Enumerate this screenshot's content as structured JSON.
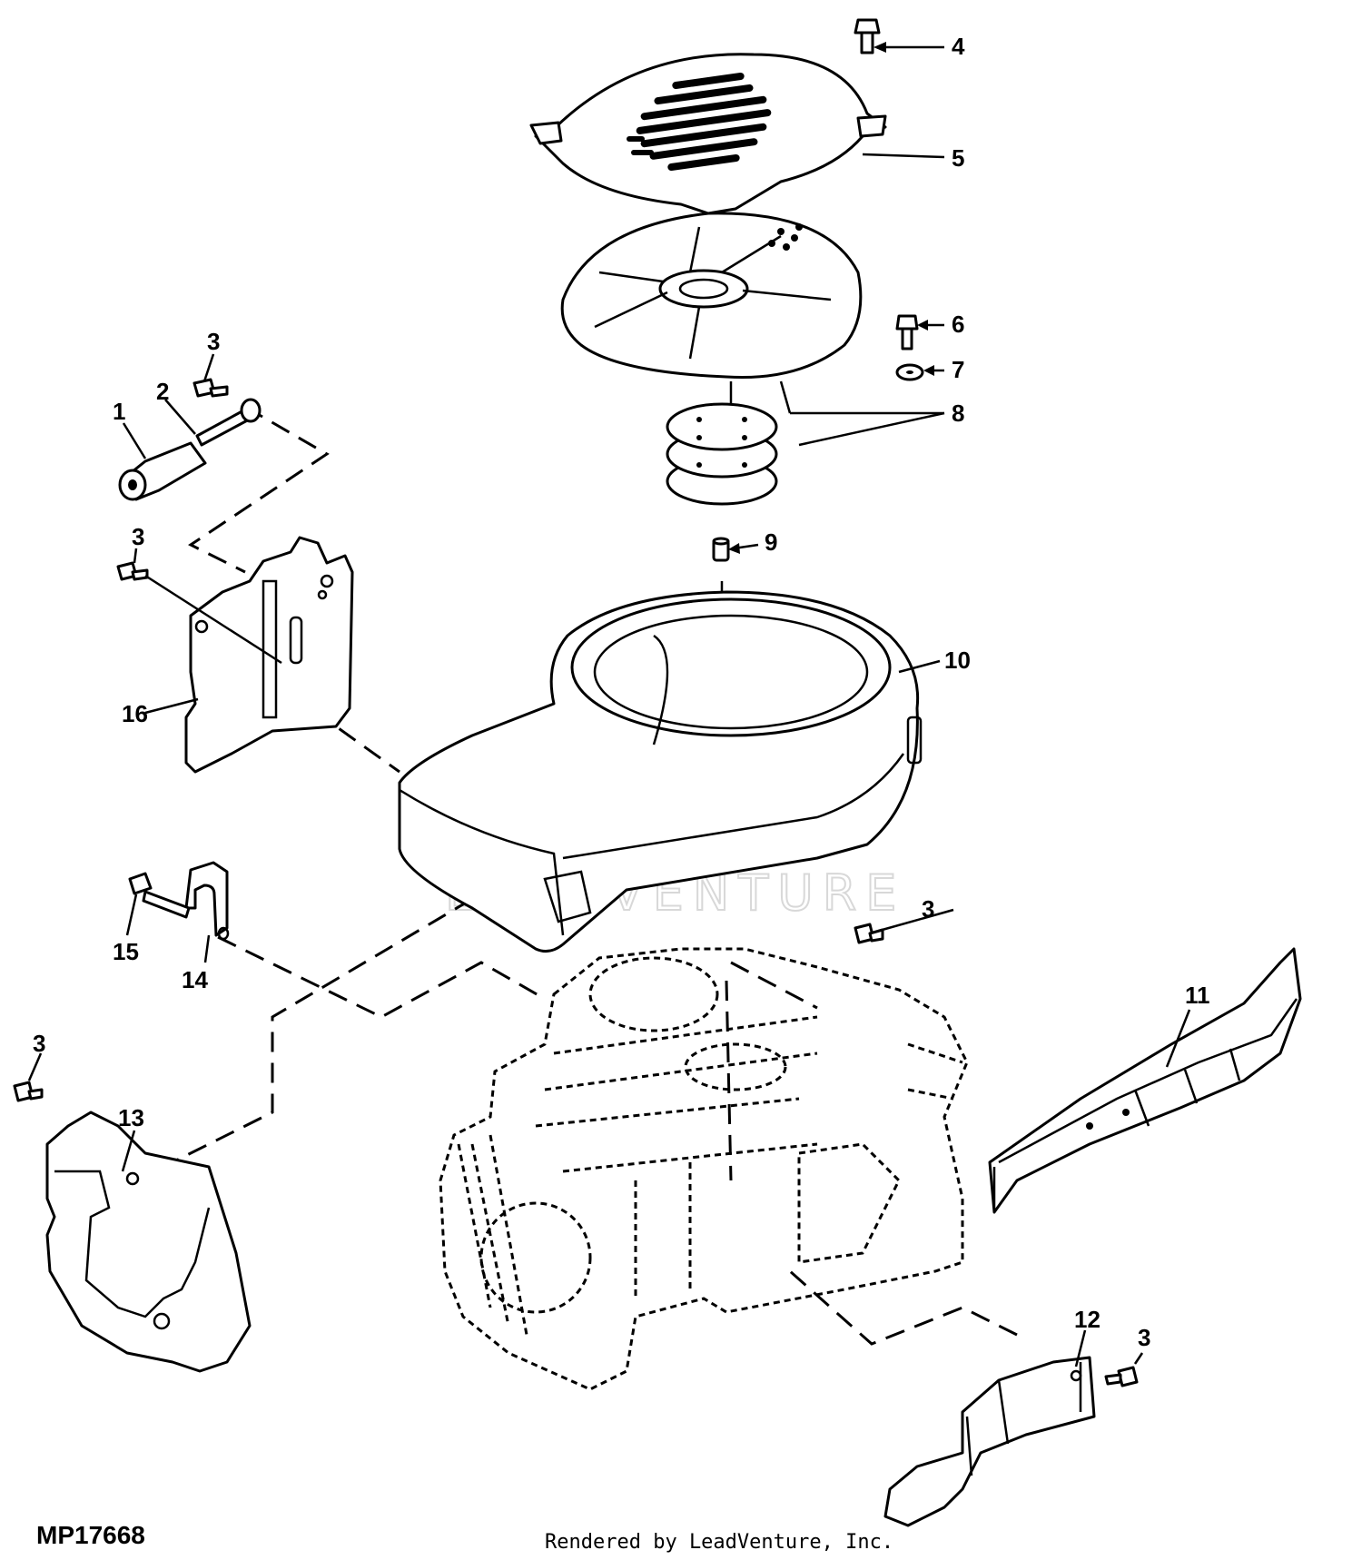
{
  "diagram": {
    "figure_code": "MP17668",
    "credit": "Rendered by LeadVenture, Inc.",
    "watermark": "LEADVENTURE",
    "callouts": [
      {
        "id": "c1",
        "label": "1"
      },
      {
        "id": "c2",
        "label": "2"
      },
      {
        "id": "c3a",
        "label": "3"
      },
      {
        "id": "c3b",
        "label": "3"
      },
      {
        "id": "c3c",
        "label": "3"
      },
      {
        "id": "c3d",
        "label": "3"
      },
      {
        "id": "c3e",
        "label": "3"
      },
      {
        "id": "c4",
        "label": "4"
      },
      {
        "id": "c5",
        "label": "5"
      },
      {
        "id": "c6",
        "label": "6"
      },
      {
        "id": "c7",
        "label": "7"
      },
      {
        "id": "c8",
        "label": "8"
      },
      {
        "id": "c9",
        "label": "9"
      },
      {
        "id": "c10",
        "label": "10"
      },
      {
        "id": "c11",
        "label": "11"
      },
      {
        "id": "c12",
        "label": "12"
      },
      {
        "id": "c13",
        "label": "13"
      },
      {
        "id": "c14",
        "label": "14"
      },
      {
        "id": "c15",
        "label": "15"
      },
      {
        "id": "c16",
        "label": "16"
      }
    ]
  }
}
